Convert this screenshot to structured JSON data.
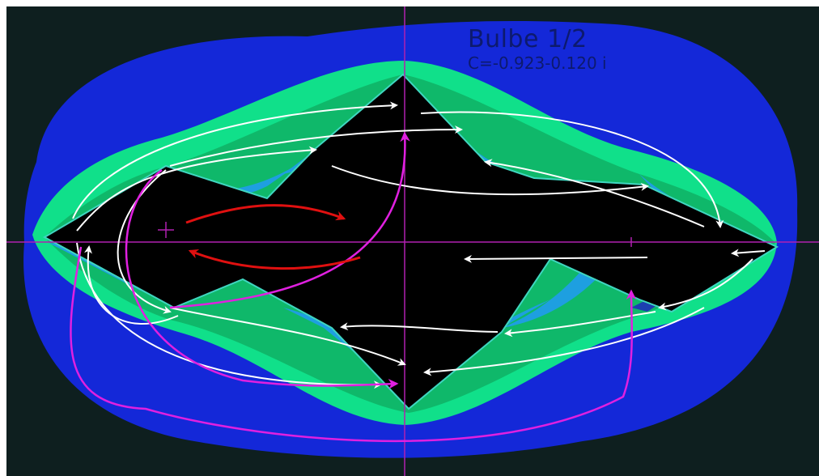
{
  "title": "Bulbe 1/2",
  "parameter": "C=-0.923-0.120 i",
  "colors": {
    "background": "#0e1f1f",
    "outer_band": "#1428d8",
    "green_band": "#10e08a",
    "dark_green_band": "#0fb86a",
    "blue_band": "#1e9fe0",
    "navy_band": "#1c3fb0",
    "filled_set": "#000000",
    "axis": "#b020b0",
    "white_arrows": "#ffffff",
    "magenta_arrows": "#e020e0",
    "red_arrows": "#e01010"
  },
  "icons": [
    "white-orbit-arrow",
    "magenta-orbit-arrow",
    "red-orbit-arrow"
  ]
}
